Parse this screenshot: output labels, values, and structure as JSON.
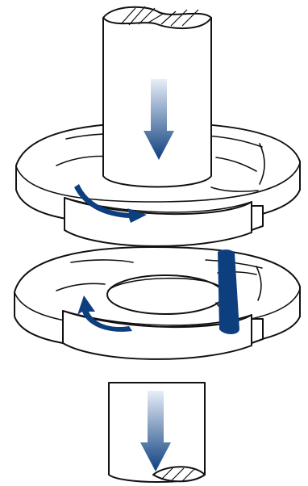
{
  "figure": {
    "components": [
      "input-shaft",
      "upper-impeller-disc",
      "lower-turbine-disc",
      "output-shaft",
      "fluid-coupling-channel"
    ],
    "icons": {
      "input_flow": "down-arrow-icon",
      "output_flow": "down-arrow-icon",
      "upper_rotation": "clockwise-rotation-arrow-icon",
      "lower_rotation": "counterclockwise-rotation-arrow-icon"
    },
    "colors": {
      "accent": "#0d3f7f",
      "accent_light": "#e8eef8",
      "line": "#111111",
      "fill": "#ffffff"
    }
  }
}
